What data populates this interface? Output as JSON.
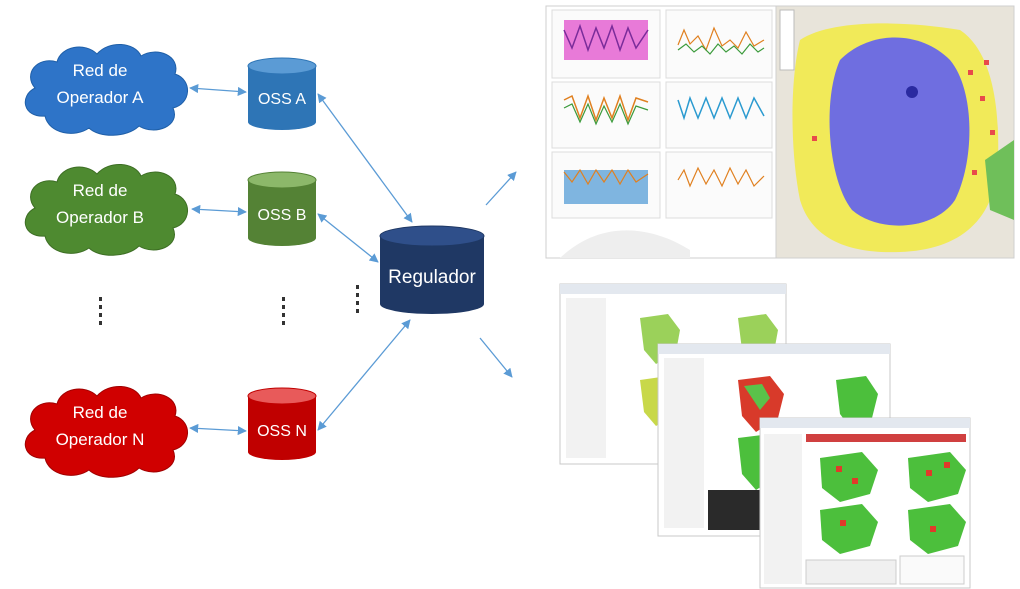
{
  "clouds": [
    {
      "line1": "Red de",
      "line2": "Operador A",
      "color": "#2E74C8"
    },
    {
      "line1": "Red de",
      "line2": "Operador B",
      "color": "#4E8A30"
    },
    {
      "line1": "Red de",
      "line2": "Operador N",
      "color": "#D00000"
    }
  ],
  "oss": [
    {
      "label": "OSS A",
      "color": "#2E75B6"
    },
    {
      "label": "OSS B",
      "color": "#548235"
    },
    {
      "label": "OSS N",
      "color": "#C00000"
    }
  ],
  "regulator": {
    "label": "Regulador",
    "color": "#1F3864"
  },
  "arrow_color": "#5B9BD5"
}
